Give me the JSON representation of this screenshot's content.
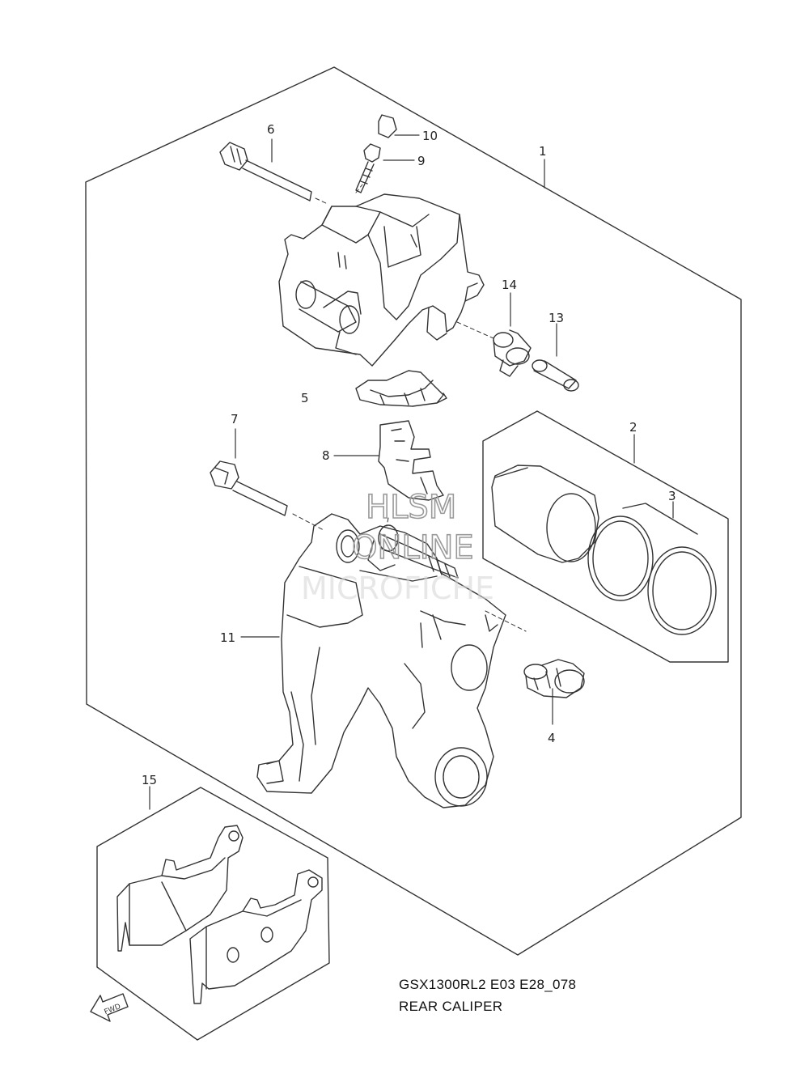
{
  "diagram": {
    "callouts": [
      "1",
      "2",
      "3",
      "4",
      "5",
      "6",
      "7",
      "8",
      "9",
      "10",
      "11",
      "13",
      "14",
      "15"
    ],
    "watermark": [
      "HLSM",
      "ONLINE",
      "MICROFICHE"
    ],
    "fwd_label": "FWD"
  },
  "caption": {
    "code": "GSX1300RL2 E03 E28_078",
    "title": "REAR CALIPER"
  }
}
